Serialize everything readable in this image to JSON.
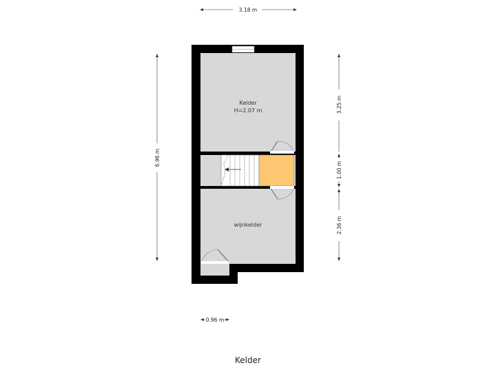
{
  "floor": {
    "title": "Kelder"
  },
  "rooms": [
    {
      "name": "Kelder",
      "height": "H=2.07 m"
    },
    {
      "name": "wijnkelder"
    }
  ],
  "dimensions": {
    "top_width": "3.18 m",
    "bottom_width": "0.96 m",
    "left_height": "6.96 m",
    "right_upper": "3.25 m",
    "right_middle": "1.00 m",
    "right_lower": "2.36 m"
  },
  "colors": {
    "wall": "#000000",
    "floor": "#d8d8d8",
    "stair_landing": "#fbc770",
    "stair_floor": "#ffffff"
  }
}
